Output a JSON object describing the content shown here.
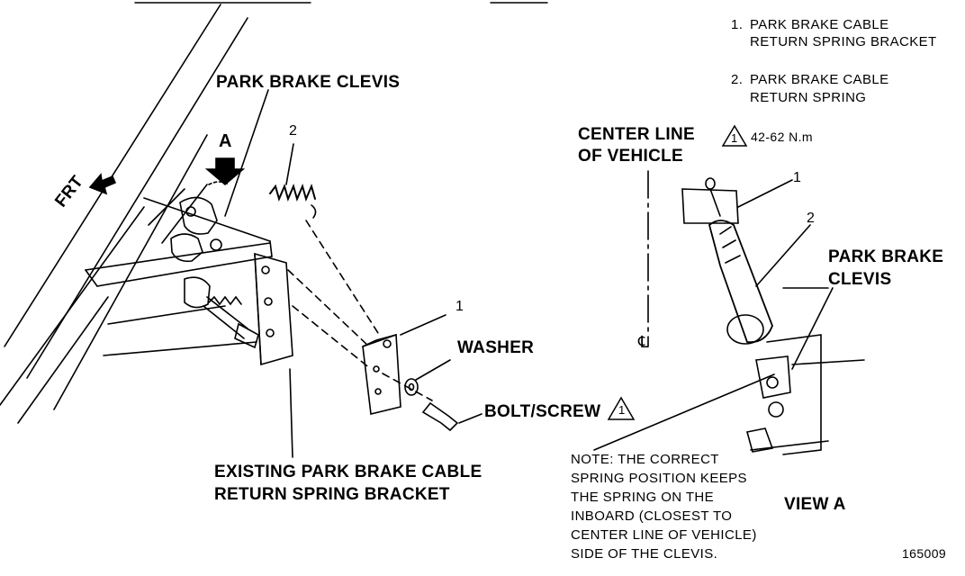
{
  "figure_id": "165009",
  "legend": {
    "item1_num": "1.",
    "item1_line1": "PARK BRAKE CABLE",
    "item1_line2": "RETURN SPRING BRACKET",
    "item2_num": "2.",
    "item2_line1": "PARK BRAKE CABLE",
    "item2_line2": "RETURN SPRING"
  },
  "left_view": {
    "clevis_label": "PARK BRAKE CLEVIS",
    "view_arrow_letter": "A",
    "front_label": "FRT",
    "callout_2": "2",
    "callout_1": "1",
    "washer_label": "WASHER",
    "bolt_label": "BOLT/SCREW",
    "bolt_torque_ref": "1",
    "existing_line1": "EXISTING PARK BRAKE CABLE",
    "existing_line2": "RETURN SPRING BRACKET"
  },
  "right_view": {
    "center_line1": "CENTER LINE",
    "center_line2": "OF VEHICLE",
    "torque_ref": "1",
    "torque_value": "42-62 N.m",
    "callout_1": "1",
    "callout_2": "2",
    "clevis_line1": "PARK BRAKE",
    "clevis_line2": "CLEVIS",
    "centerline_symbol": "℄",
    "view_label": "VIEW A"
  },
  "note": {
    "line1": "NOTE: THE CORRECT",
    "line2": "SPRING POSITION KEEPS",
    "line3": "THE SPRING ON THE",
    "line4": "INBOARD (CLOSEST TO",
    "line5": "CENTER LINE OF VEHICLE)",
    "line6": "SIDE OF THE CLEVIS."
  }
}
